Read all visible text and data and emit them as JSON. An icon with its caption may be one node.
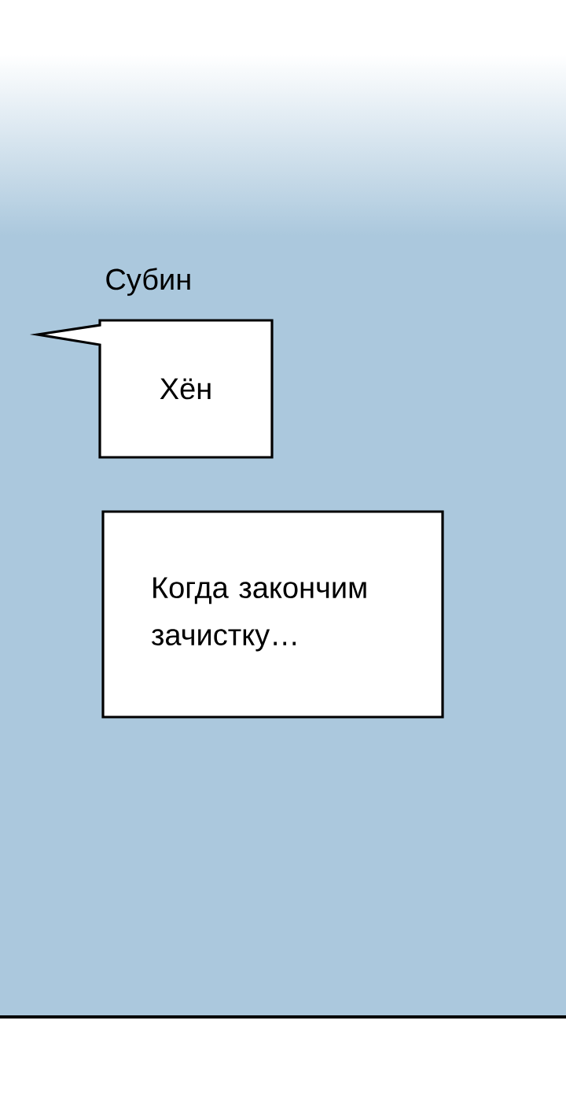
{
  "diagram": {
    "nodes": [
      {
        "text": [
          "Субин",
          "Хён"
        ]
      },
      {
        "text": [
          "Когда закончим зачистку…"
        ]
      }
    ]
  }
}
